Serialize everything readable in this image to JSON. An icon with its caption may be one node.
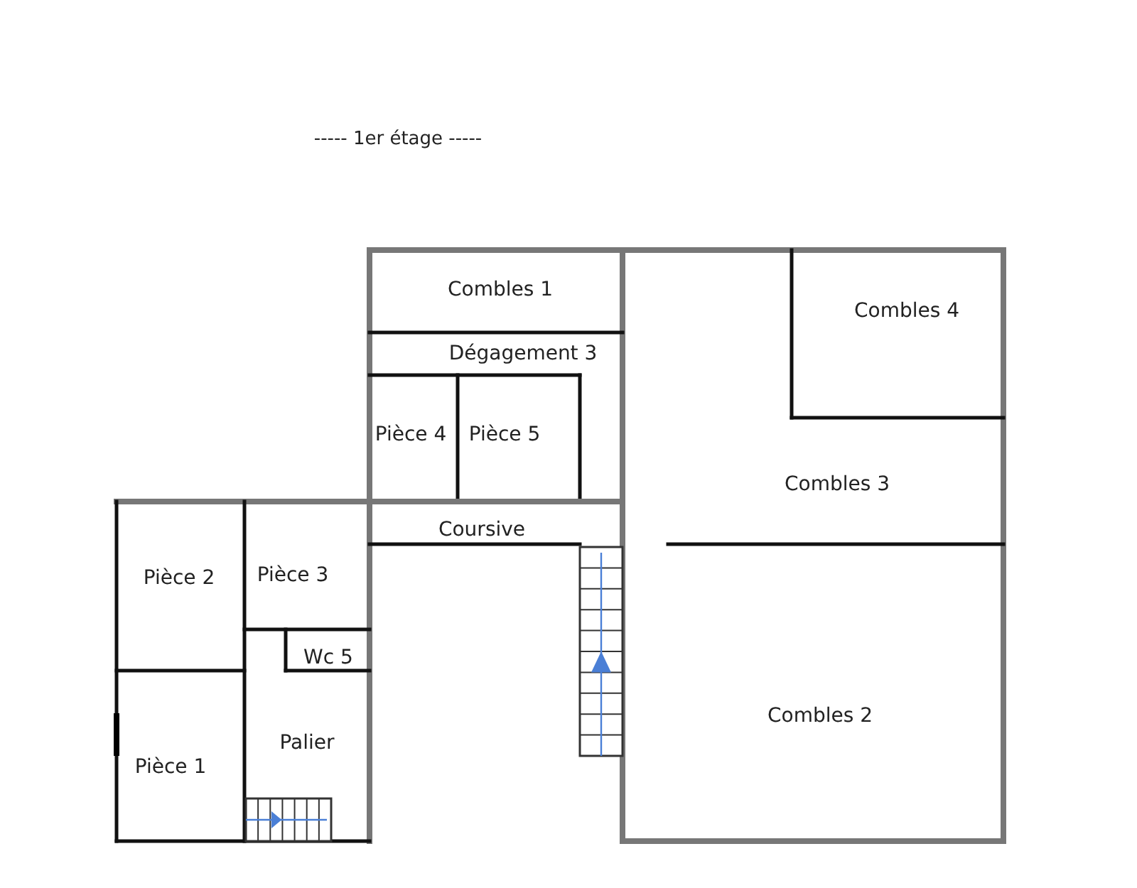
{
  "diagram": {
    "title": "----- 1er étage -----",
    "nodes": [
      {
        "text": [
          "Combles 1"
        ]
      },
      {
        "text": [
          "Combles 4"
        ]
      },
      {
        "text": [
          "Dégagement 3"
        ]
      },
      {
        "text": [
          "Pièce 4"
        ]
      },
      {
        "text": [
          "Pièce 5"
        ]
      },
      {
        "text": [
          "Combles 3"
        ]
      },
      {
        "text": [
          "Coursive"
        ]
      },
      {
        "text": [
          "Pièce 2"
        ]
      },
      {
        "text": [
          "Pièce 3"
        ]
      },
      {
        "text": [
          "Wc 5"
        ]
      },
      {
        "text": [
          "Palier"
        ]
      },
      {
        "text": [
          "Pièce 1"
        ]
      },
      {
        "text": [
          "Combles 2"
        ]
      }
    ],
    "edges": []
  }
}
